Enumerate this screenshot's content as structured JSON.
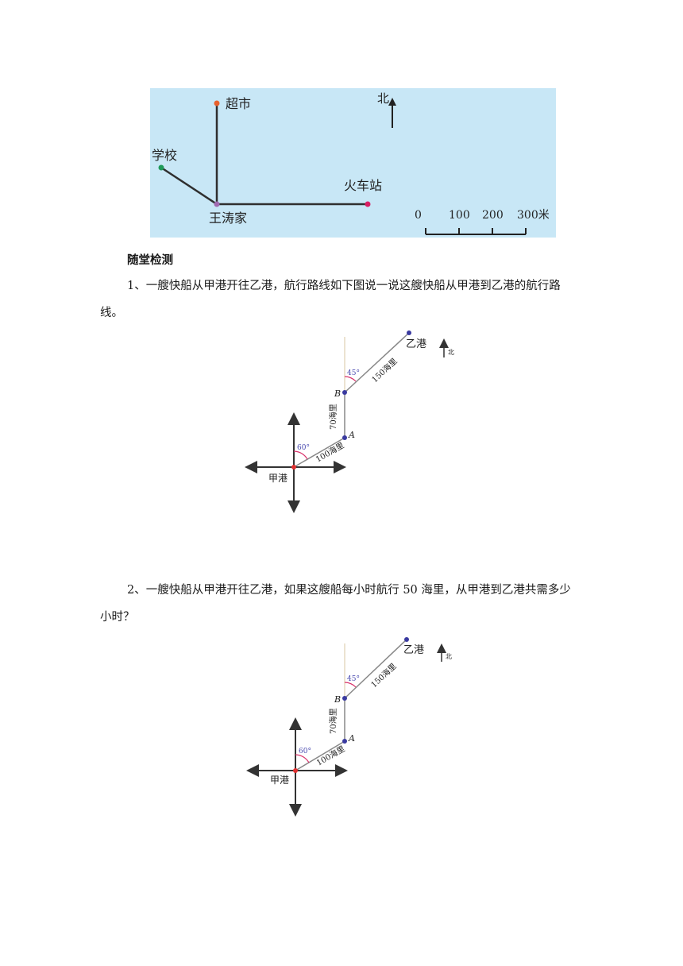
{
  "map": {
    "places": {
      "supermarket": "超市",
      "school": "学校",
      "home": "王涛家",
      "station": "火车站"
    },
    "north": "北",
    "scale_labels": [
      "0",
      "100",
      "200",
      "300米"
    ],
    "colors": {
      "background": "#c8e7f6",
      "supermarket": "#e8602c",
      "school": "#1e9a5a",
      "home": "#a06ab0",
      "station": "#d91e63"
    }
  },
  "section_title": "随堂检测",
  "questions": [
    {
      "text_line1": "1、一艘快船从甲港开往乙港，航行路线如下图说一说这艘快船从甲港到乙港的航行路",
      "text_line2": "线。"
    },
    {
      "text_line1": "2、一艘快船从甲港开往乙港，如果这艘船每小时航行 50 海里，从甲港到乙港共需多少",
      "text_line2": "小时？"
    }
  ],
  "route_diagram": {
    "start_port": "甲港",
    "end_port": "乙港",
    "point_a": "A",
    "point_b": "B",
    "angle_1": "60°",
    "angle_2": "45°",
    "leg_1": "100海里",
    "leg_2": "70海里",
    "leg_3": "150海里",
    "north": "北"
  }
}
